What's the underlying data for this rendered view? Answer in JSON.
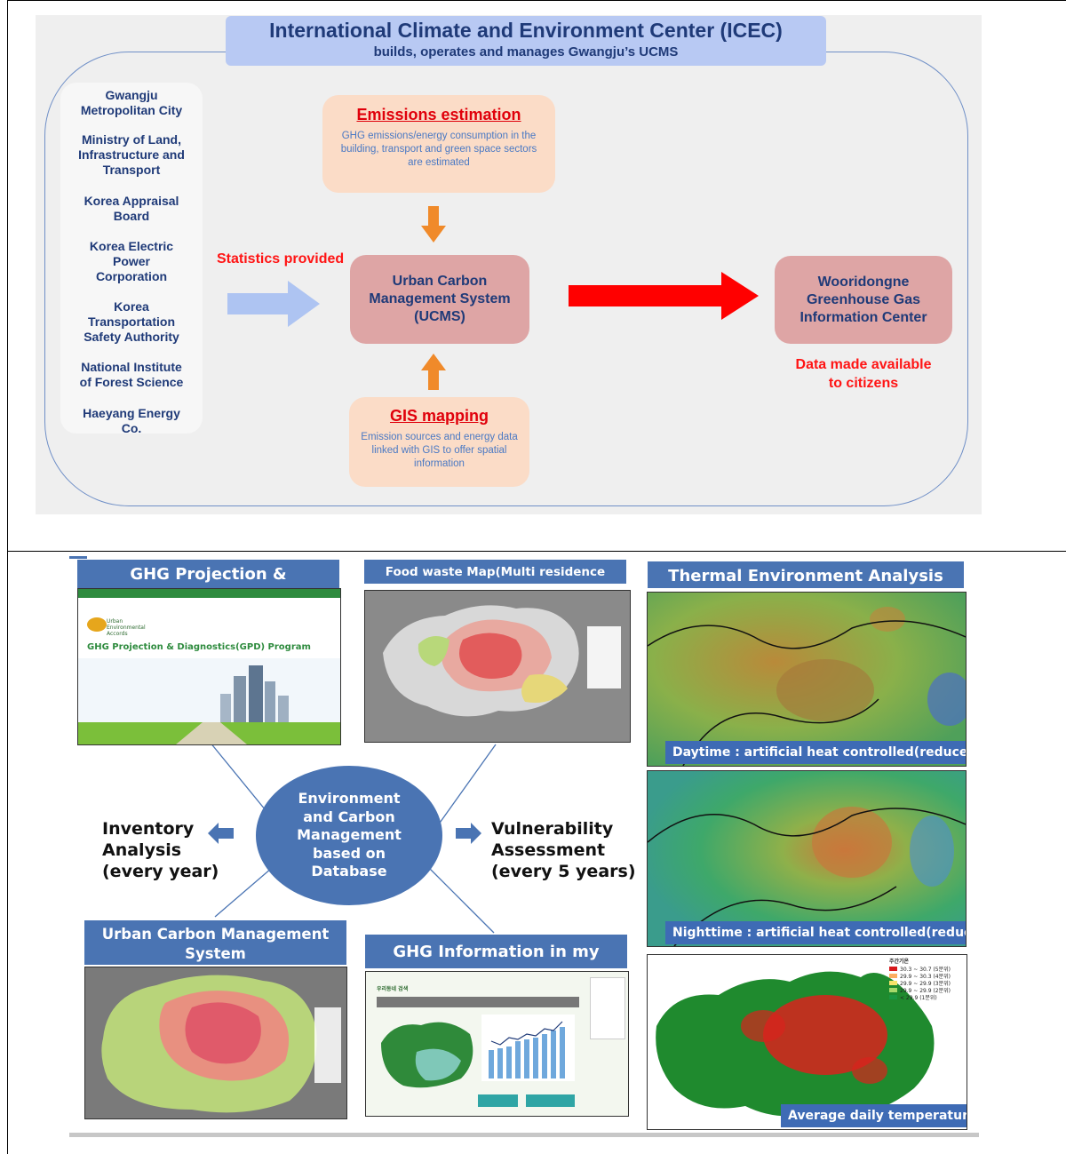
{
  "top": {
    "title": "International Climate and Environment Center (ICEC)",
    "subtitle": "builds, operates and manages Gwangju’s UCMS",
    "orgs": [
      [
        "Gwangju",
        "Metropolitan City"
      ],
      [
        "Ministry of Land,",
        "Infrastructure and",
        "Transport"
      ],
      [
        "Korea Appraisal",
        "Board"
      ],
      [
        "Korea Electric",
        "Power",
        "Corporation"
      ],
      [
        "Korea",
        "Transportation",
        "Safety Authority"
      ],
      [
        "National Institute",
        "of Forest Science"
      ],
      [
        "Haeyang Energy",
        "Co."
      ]
    ],
    "statistics_label": "Statistics provided",
    "emissions": {
      "title": "Emissions estimation",
      "desc": [
        "GHG emissions/energy consumption in the",
        "building, transport and green space sectors",
        "are estimated"
      ]
    },
    "ucms": [
      "Urban Carbon",
      "Management System",
      "(UCMS)"
    ],
    "gis": {
      "title": "GIS mapping",
      "desc": [
        "Emission sources and energy data",
        "linked with GIS to offer spatial",
        "information"
      ]
    },
    "wooridongne": [
      "Wooridongne",
      "Greenhouse Gas",
      "Information Center"
    ],
    "citizens": [
      "Data made available",
      "to citizens"
    ],
    "colors": {
      "arrow_blue": "#aec4f2",
      "arrow_red": "#ff0000",
      "arrow_orange": "#f08a2a",
      "pink": "#dea5a5",
      "peach": "#fbdcc7"
    }
  },
  "bottom": {
    "ghg_projection_header": "GHG Projection &",
    "ghg_program_title": "GHG Projection & Diagnostics(GPD) Program",
    "ghg_program_logo": "Urban Environmental Accords",
    "food_waste_header": "Food waste Map(Multi residence Units)",
    "thermal_header": "Thermal Environment Analysis",
    "daytime_caption": "Daytime : artificial heat controlled(reduced)",
    "nighttime_caption": "Nighttime : artificial heat controlled(reduced)",
    "avg_temp_caption": "Average daily temperature",
    "center_ellipse": [
      "Environment",
      "and Carbon",
      "Management",
      "based on",
      "Database"
    ],
    "inventory": [
      "Inventory",
      "Analysis",
      "(every year)"
    ],
    "vulnerability": [
      "Vulnerability",
      "Assessment",
      "(every 5 years)"
    ],
    "ucms_header": [
      "Urban Carbon Management",
      "System"
    ],
    "ghg_info_header": "GHG Information in my",
    "ghg_info_search": "우리동네 검색",
    "temp_legend_title": "주간기온",
    "temp_legend": [
      {
        "label": "30.3 ~ 30.7 (5분위)",
        "color": "#d7191c"
      },
      {
        "label": "29.9 ~ 30.3 (4분위)",
        "color": "#fdae61"
      },
      {
        "label": "29.9 ~ 29.9 (3분위)",
        "color": "#f5e36a"
      },
      {
        "label": "29.9 ~ 29.9 (2분위)",
        "color": "#a6d96a"
      },
      {
        "label": "< 29.9 (1분위)",
        "color": "#1a9641"
      }
    ]
  }
}
